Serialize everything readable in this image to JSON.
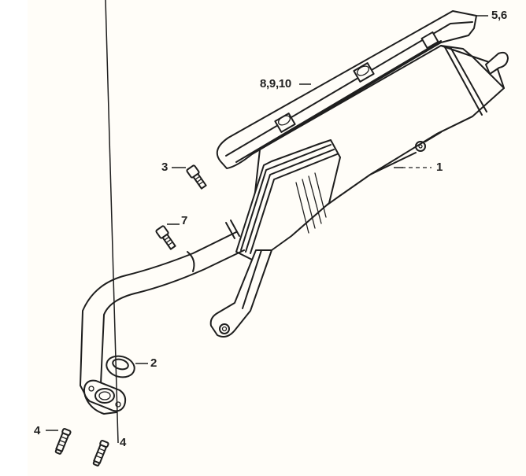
{
  "diagram": {
    "type": "exploded-parts-view",
    "subject": "exhaust muffler assembly",
    "background_color": "#fffdf8",
    "line_color": "#1e1e1e"
  },
  "callouts": [
    {
      "id": "c1",
      "label": "1",
      "part": "muffler body"
    },
    {
      "id": "c2",
      "label": "2",
      "part": "exhaust gasket"
    },
    {
      "id": "c3",
      "label": "3",
      "part": "bolt"
    },
    {
      "id": "c4a",
      "label": "4",
      "part": "stud bolt"
    },
    {
      "id": "c4b",
      "label": "4",
      "part": "stud bolt"
    },
    {
      "id": "c56",
      "label": "5,6",
      "part": "heat shield end cap"
    },
    {
      "id": "c7",
      "label": "7",
      "part": "bolt"
    },
    {
      "id": "c8910",
      "label": "8,9,10",
      "part": "muffler heat shield"
    }
  ]
}
